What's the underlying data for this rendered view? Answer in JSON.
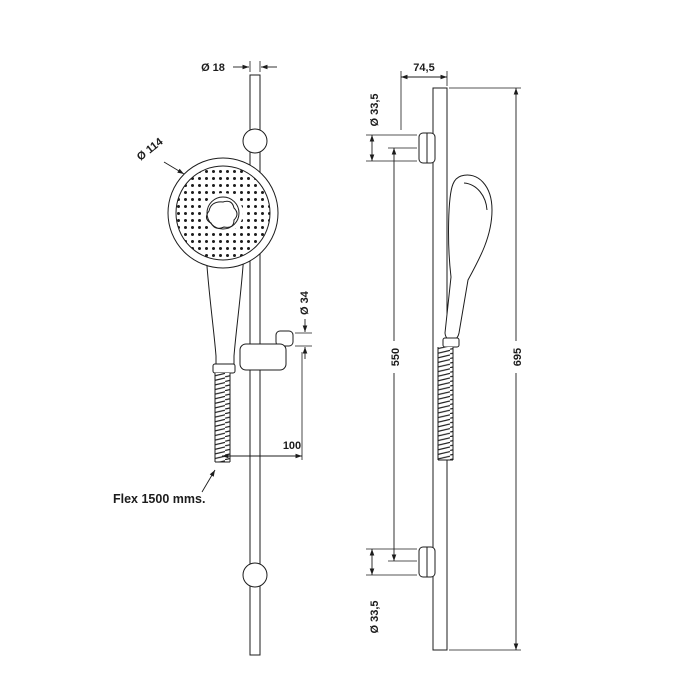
{
  "colors": {
    "line": "#1c1c1c",
    "background": "#ffffff"
  },
  "front_view": {
    "rail_diameter": "Ø 18",
    "head_diameter": "Ø 114",
    "slider_knob_diameter": "Ø 34",
    "hose_offset": "100",
    "flex_note": "Flex 1500 mms."
  },
  "side_view": {
    "wall_offset": "74,5",
    "top_bracket_diameter": "Ø 33,5",
    "bracket_span": "550",
    "rail_length": "695",
    "bottom_bracket_diameter": "Ø 33,5"
  }
}
